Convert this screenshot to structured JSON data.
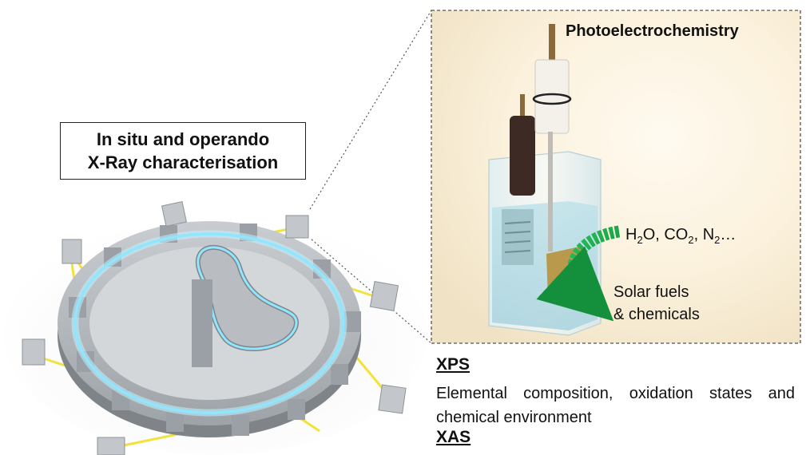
{
  "synchrotron_label": {
    "line1": "In situ and operando",
    "line2": "X-Ray characterisation"
  },
  "inset": {
    "title": "Photoelectrochemistry",
    "reactant_parts": [
      "H",
      "2",
      "O, CO",
      "2",
      ", N",
      "2",
      "…"
    ],
    "product_line1": "Solar fuels",
    "product_line2": "& chemicals"
  },
  "techniques": [
    {
      "title": "XPS",
      "description": "Elemental composition, oxidation states and chemical environment"
    },
    {
      "title": "XAS"
    }
  ],
  "colors": {
    "beam_glow": "#8fe6ff",
    "ring_body": "#a9adb2",
    "beamline": "#f2e23a",
    "arrow": "#1fa44a",
    "inset_bg": "#fbf3e3",
    "inset_border": "#555555"
  }
}
